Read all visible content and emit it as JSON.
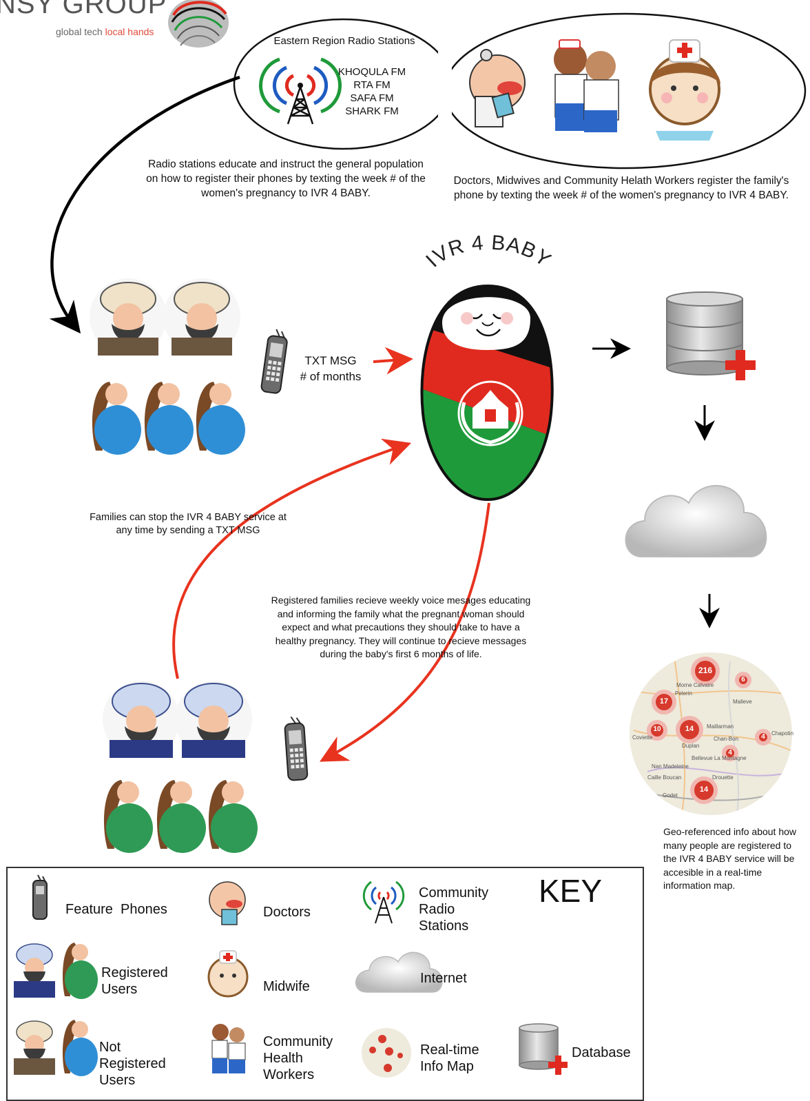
{
  "brand": {
    "name": "NSY GROUP",
    "tagline_a": "global tech ",
    "tagline_b": "local hands"
  },
  "radio_bubble": {
    "title": "Eastern Region Radio Stations",
    "stations": [
      "KHOQULA FM",
      "RTA FM",
      "SAFA FM",
      "SHARK FM"
    ]
  },
  "captions": {
    "radio": "Radio stations educate and instruct the general population on how to register their phones by texting the week # of the women's pregnancy to IVR 4 BABY.",
    "health_workers": "Doctors, Midwives and Community Helath Workers register the family's phone by texting the week # of the women's pregnancy to IVR 4 BABY.",
    "txt_line1": "TXT MSG",
    "txt_line2": "# of months",
    "stop": "Families can stop the IVR 4 BABY service at any time by sending a TXT MSG",
    "weekly": "Registered families recieve weekly voice mesages educating and informing the family what the pregnant woman should expect and what precautions they should take to have a healthy pregnancy. They will continue to recieve messages during the baby's first 6 months of life.",
    "geo": "Geo-referenced info about how many people are registered to the IVR 4 BABY service will be accesible in a real-time information map."
  },
  "center_title": "IVR 4 BABY",
  "map": {
    "clusters": [
      "216",
      "6",
      "17",
      "10",
      "14",
      "4",
      "4",
      "14"
    ],
    "place_labels": [
      "Morne Calvaire",
      "Pelerin",
      "Malleve",
      "Maillarman",
      "Chan-Bon",
      "Chapotin",
      "Bellevue La Montagne",
      "Nan Madeleine",
      "Caille Boucan",
      "Drouette",
      "Godet",
      "Coviette",
      "Duplan"
    ]
  },
  "key": {
    "title": "KEY",
    "feature_phones": "Feature  Phones",
    "doctors": "Doctors",
    "radio_stations": "Community Radio Stations",
    "registered_users": "Registered Users",
    "midwife": "Midwife",
    "internet": "Internet",
    "not_registered_users": "Not Registered Users",
    "community_health_workers": "Community Health Workers",
    "info_map": "Real-time Info Map",
    "database": "Database"
  },
  "colors": {
    "flag_black": "#111111",
    "flag_red": "#e02a1f",
    "flag_green": "#1f9a3a",
    "arrow_red": "#e8331f",
    "map_marker": "#d63a2c"
  }
}
